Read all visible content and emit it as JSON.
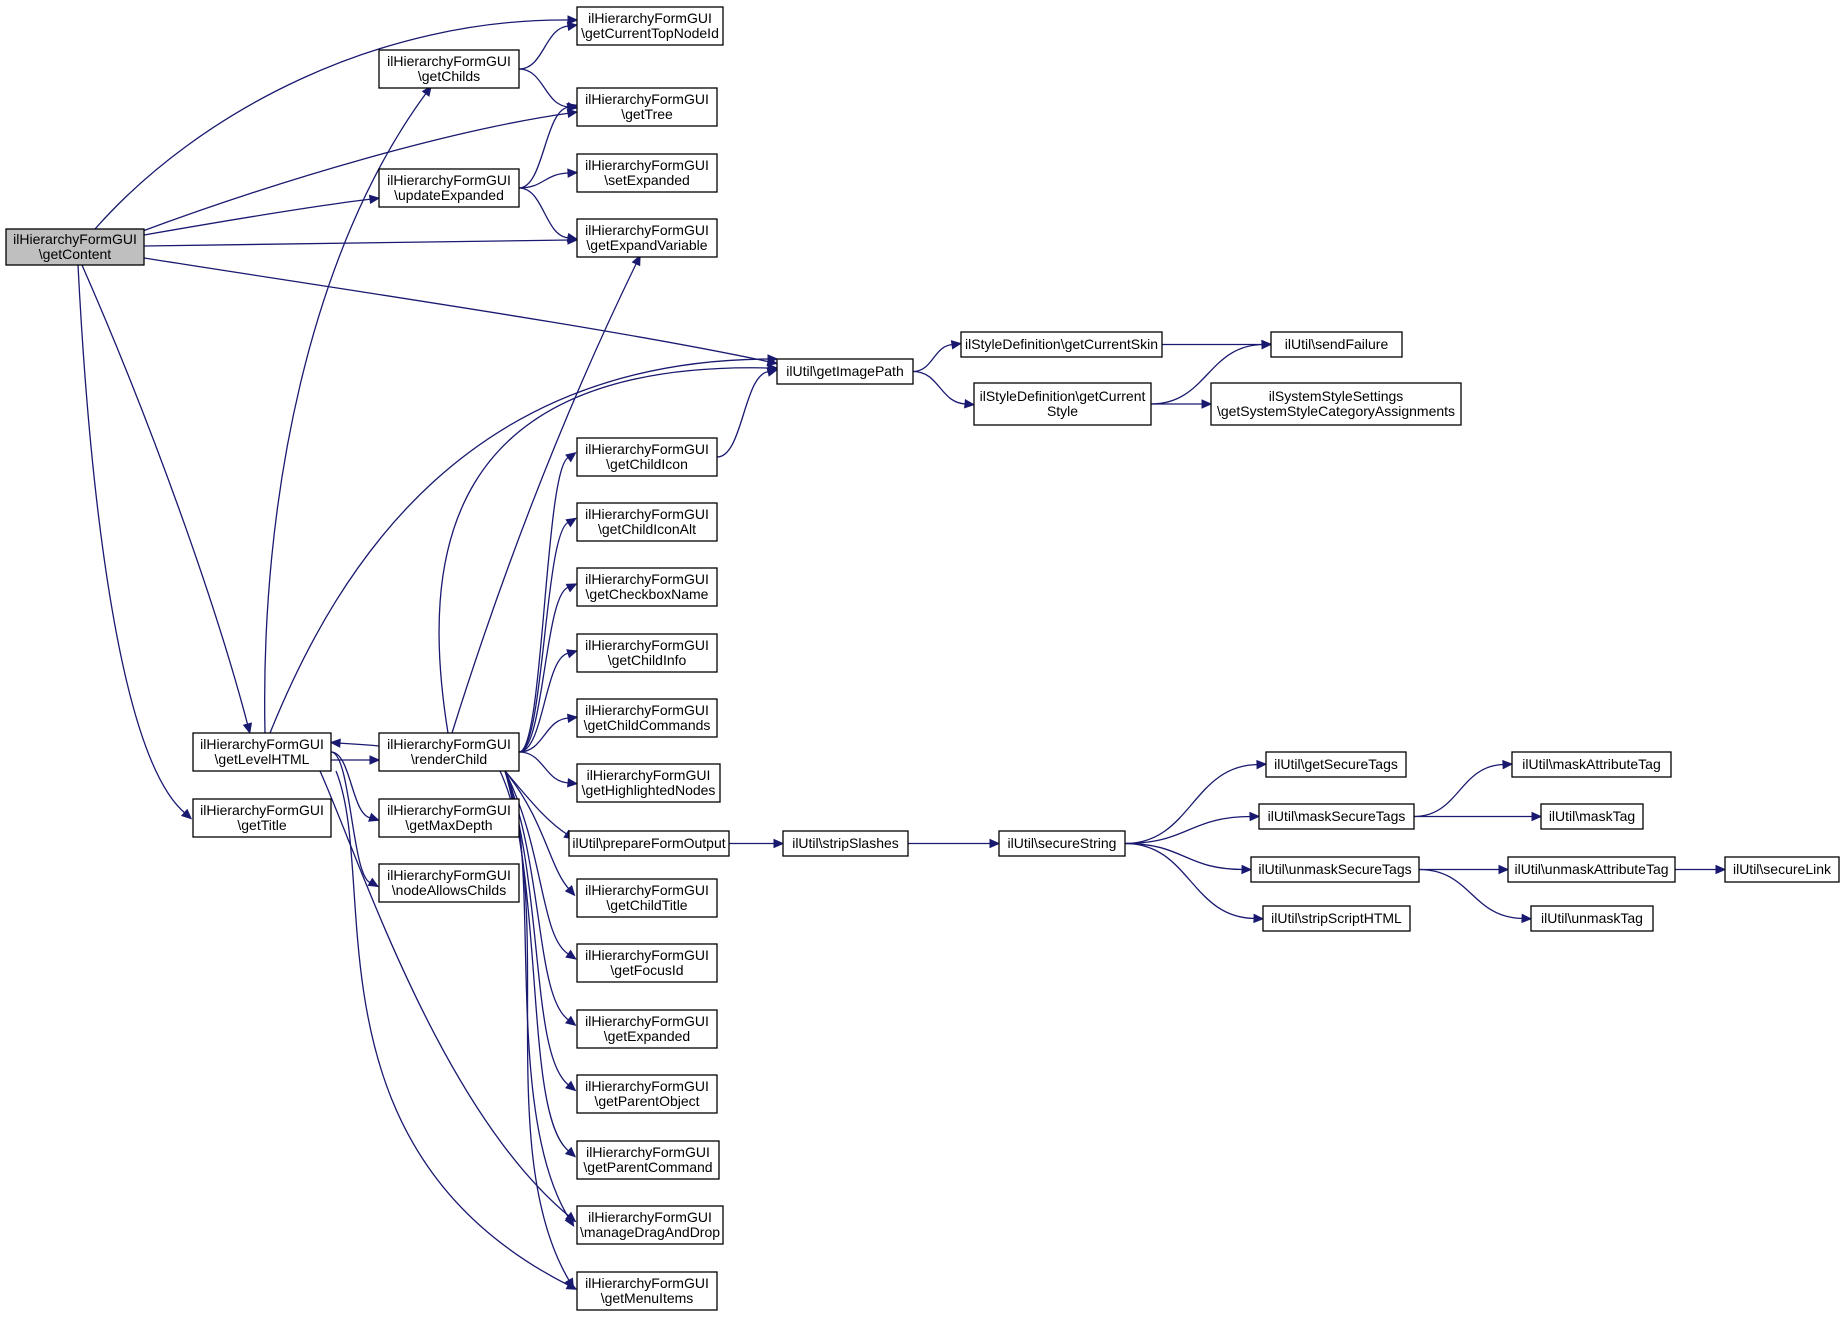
{
  "diagram": {
    "type": "call-graph",
    "edge_color": "#191970",
    "root_fill": "#bfbfbf",
    "nodes": [
      {
        "id": "n_getContent",
        "lines": [
          "ilHierarchyFormGUI",
          "\\getContent"
        ],
        "root": true
      },
      {
        "id": "n_getCurrentTopNodeId",
        "lines": [
          "ilHierarchyFormGUI",
          "\\getCurrentTopNodeId"
        ]
      },
      {
        "id": "n_getChilds",
        "lines": [
          "ilHierarchyFormGUI",
          "\\getChilds"
        ]
      },
      {
        "id": "n_getTree",
        "lines": [
          "ilHierarchyFormGUI",
          "\\getTree"
        ]
      },
      {
        "id": "n_updateExpanded",
        "lines": [
          "ilHierarchyFormGUI",
          "\\updateExpanded"
        ]
      },
      {
        "id": "n_setExpanded",
        "lines": [
          "ilHierarchyFormGUI",
          "\\setExpanded"
        ]
      },
      {
        "id": "n_getExpandVariable",
        "lines": [
          "ilHierarchyFormGUI",
          "\\getExpandVariable"
        ]
      },
      {
        "id": "n_getImagePath",
        "lines": [
          "ilUtil\\getImagePath"
        ]
      },
      {
        "id": "n_getCurrentSkin",
        "lines": [
          "ilStyleDefinition\\getCurrentSkin"
        ]
      },
      {
        "id": "n_getCurrentStyle",
        "lines": [
          "ilStyleDefinition\\getCurrent",
          "Style"
        ]
      },
      {
        "id": "n_sendFailure",
        "lines": [
          "ilUtil\\sendFailure"
        ]
      },
      {
        "id": "n_getSystemStyleCategoryAssignments",
        "lines": [
          "ilSystemStyleSettings",
          "\\getSystemStyleCategoryAssignments"
        ]
      },
      {
        "id": "n_getChildIcon",
        "lines": [
          "ilHierarchyFormGUI",
          "\\getChildIcon"
        ]
      },
      {
        "id": "n_getChildIconAlt",
        "lines": [
          "ilHierarchyFormGUI",
          "\\getChildIconAlt"
        ]
      },
      {
        "id": "n_getCheckboxName",
        "lines": [
          "ilHierarchyFormGUI",
          "\\getCheckboxName"
        ]
      },
      {
        "id": "n_getChildInfo",
        "lines": [
          "ilHierarchyFormGUI",
          "\\getChildInfo"
        ]
      },
      {
        "id": "n_getChildCommands",
        "lines": [
          "ilHierarchyFormGUI",
          "\\getChildCommands"
        ]
      },
      {
        "id": "n_getHighlightedNodes",
        "lines": [
          "ilHierarchyFormGUI",
          "\\getHighlightedNodes"
        ]
      },
      {
        "id": "n_getLevelHTML",
        "lines": [
          "ilHierarchyFormGUI",
          "\\getLevelHTML"
        ]
      },
      {
        "id": "n_renderChild",
        "lines": [
          "ilHierarchyFormGUI",
          "\\renderChild"
        ]
      },
      {
        "id": "n_getTitle",
        "lines": [
          "ilHierarchyFormGUI",
          "\\getTitle"
        ]
      },
      {
        "id": "n_getMaxDepth",
        "lines": [
          "ilHierarchyFormGUI",
          "\\getMaxDepth"
        ]
      },
      {
        "id": "n_nodeAllowsChilds",
        "lines": [
          "ilHierarchyFormGUI",
          "\\nodeAllowsChilds"
        ]
      },
      {
        "id": "n_prepareFormOutput",
        "lines": [
          "ilUtil\\prepareFormOutput"
        ]
      },
      {
        "id": "n_stripSlashes",
        "lines": [
          "ilUtil\\stripSlashes"
        ]
      },
      {
        "id": "n_secureString",
        "lines": [
          "ilUtil\\secureString"
        ]
      },
      {
        "id": "n_getSecureTags",
        "lines": [
          "ilUtil\\getSecureTags"
        ]
      },
      {
        "id": "n_maskSecureTags",
        "lines": [
          "ilUtil\\maskSecureTags"
        ]
      },
      {
        "id": "n_unmaskSecureTags",
        "lines": [
          "ilUtil\\unmaskSecureTags"
        ]
      },
      {
        "id": "n_stripScriptHTML",
        "lines": [
          "ilUtil\\stripScriptHTML"
        ]
      },
      {
        "id": "n_maskAttributeTag",
        "lines": [
          "ilUtil\\maskAttributeTag"
        ]
      },
      {
        "id": "n_maskTag",
        "lines": [
          "ilUtil\\maskTag"
        ]
      },
      {
        "id": "n_unmaskAttributeTag",
        "lines": [
          "ilUtil\\unmaskAttributeTag"
        ]
      },
      {
        "id": "n_unmaskTag",
        "lines": [
          "ilUtil\\unmaskTag"
        ]
      },
      {
        "id": "n_secureLink",
        "lines": [
          "ilUtil\\secureLink"
        ]
      },
      {
        "id": "n_getChildTitle",
        "lines": [
          "ilHierarchyFormGUI",
          "\\getChildTitle"
        ]
      },
      {
        "id": "n_getFocusId",
        "lines": [
          "ilHierarchyFormGUI",
          "\\getFocusId"
        ]
      },
      {
        "id": "n_getExpanded",
        "lines": [
          "ilHierarchyFormGUI",
          "\\getExpanded"
        ]
      },
      {
        "id": "n_getParentObject",
        "lines": [
          "ilHierarchyFormGUI",
          "\\getParentObject"
        ]
      },
      {
        "id": "n_getParentCommand",
        "lines": [
          "ilHierarchyFormGUI",
          "\\getParentCommand"
        ]
      },
      {
        "id": "n_manageDragAndDrop",
        "lines": [
          "ilHierarchyFormGUI",
          "\\manageDragAndDrop"
        ]
      },
      {
        "id": "n_getMenuItems",
        "lines": [
          "ilHierarchyFormGUI",
          "\\getMenuItems"
        ]
      }
    ],
    "edges": [
      {
        "from": "n_getContent",
        "to": "n_getCurrentTopNodeId"
      },
      {
        "from": "n_getContent",
        "to": "n_getTree"
      },
      {
        "from": "n_getContent",
        "to": "n_updateExpanded"
      },
      {
        "from": "n_getContent",
        "to": "n_getExpandVariable"
      },
      {
        "from": "n_getContent",
        "to": "n_getImagePath"
      },
      {
        "from": "n_getContent",
        "to": "n_getLevelHTML"
      },
      {
        "from": "n_getContent",
        "to": "n_getTitle"
      },
      {
        "from": "n_getChilds",
        "to": "n_getCurrentTopNodeId"
      },
      {
        "from": "n_getChilds",
        "to": "n_getTree"
      },
      {
        "from": "n_updateExpanded",
        "to": "n_getTree"
      },
      {
        "from": "n_updateExpanded",
        "to": "n_setExpanded"
      },
      {
        "from": "n_updateExpanded",
        "to": "n_getExpandVariable"
      },
      {
        "from": "n_getImagePath",
        "to": "n_getCurrentSkin"
      },
      {
        "from": "n_getImagePath",
        "to": "n_getCurrentStyle"
      },
      {
        "from": "n_getCurrentSkin",
        "to": "n_sendFailure"
      },
      {
        "from": "n_getCurrentStyle",
        "to": "n_sendFailure"
      },
      {
        "from": "n_getCurrentStyle",
        "to": "n_getSystemStyleCategoryAssignments"
      },
      {
        "from": "n_getChildIcon",
        "to": "n_getImagePath"
      },
      {
        "from": "n_getLevelHTML",
        "to": "n_getChilds"
      },
      {
        "from": "n_getLevelHTML",
        "to": "n_getImagePath"
      },
      {
        "from": "n_getLevelHTML",
        "to": "n_renderChild"
      },
      {
        "from": "n_getLevelHTML",
        "to": "n_getMaxDepth"
      },
      {
        "from": "n_getLevelHTML",
        "to": "n_nodeAllowsChilds"
      },
      {
        "from": "n_getLevelHTML",
        "to": "n_manageDragAndDrop"
      },
      {
        "from": "n_getLevelHTML",
        "to": "n_getMenuItems"
      },
      {
        "from": "n_renderChild",
        "to": "n_getLevelHTML"
      },
      {
        "from": "n_renderChild",
        "to": "n_getImagePath"
      },
      {
        "from": "n_renderChild",
        "to": "n_getExpandVariable"
      },
      {
        "from": "n_renderChild",
        "to": "n_getChildIcon"
      },
      {
        "from": "n_renderChild",
        "to": "n_getChildIconAlt"
      },
      {
        "from": "n_renderChild",
        "to": "n_getCheckboxName"
      },
      {
        "from": "n_renderChild",
        "to": "n_getChildInfo"
      },
      {
        "from": "n_renderChild",
        "to": "n_getChildCommands"
      },
      {
        "from": "n_renderChild",
        "to": "n_getHighlightedNodes"
      },
      {
        "from": "n_renderChild",
        "to": "n_prepareFormOutput"
      },
      {
        "from": "n_renderChild",
        "to": "n_getChildTitle"
      },
      {
        "from": "n_renderChild",
        "to": "n_getFocusId"
      },
      {
        "from": "n_renderChild",
        "to": "n_getExpanded"
      },
      {
        "from": "n_renderChild",
        "to": "n_getParentObject"
      },
      {
        "from": "n_renderChild",
        "to": "n_getParentCommand"
      },
      {
        "from": "n_renderChild",
        "to": "n_manageDragAndDrop"
      },
      {
        "from": "n_renderChild",
        "to": "n_getMenuItems"
      },
      {
        "from": "n_prepareFormOutput",
        "to": "n_stripSlashes"
      },
      {
        "from": "n_stripSlashes",
        "to": "n_secureString"
      },
      {
        "from": "n_secureString",
        "to": "n_getSecureTags"
      },
      {
        "from": "n_secureString",
        "to": "n_maskSecureTags"
      },
      {
        "from": "n_secureString",
        "to": "n_unmaskSecureTags"
      },
      {
        "from": "n_secureString",
        "to": "n_stripScriptHTML"
      },
      {
        "from": "n_maskSecureTags",
        "to": "n_maskAttributeTag"
      },
      {
        "from": "n_maskSecureTags",
        "to": "n_maskTag"
      },
      {
        "from": "n_unmaskSecureTags",
        "to": "n_unmaskAttributeTag"
      },
      {
        "from": "n_unmaskSecureTags",
        "to": "n_unmaskTag"
      },
      {
        "from": "n_unmaskAttributeTag",
        "to": "n_secureLink"
      }
    ]
  }
}
